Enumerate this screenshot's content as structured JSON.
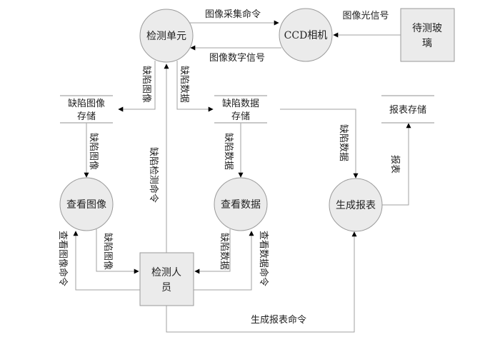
{
  "diagram": {
    "type": "data-flow-diagram",
    "processes": {
      "detect_unit": "检测单元",
      "ccd_camera": "CCD相机",
      "view_image": "查看图像",
      "view_data": "查看数据",
      "generate_report": "生成报表"
    },
    "external_entities": {
      "glass_line1": "待测玻",
      "glass_line2": "璃",
      "inspector_line1": "检测人",
      "inspector_line2": "员"
    },
    "data_stores": {
      "defect_image_line1": "缺陷图像",
      "defect_image_line2": "存储",
      "defect_data_line1": "缺陷数据",
      "defect_data_line2": "存储",
      "report": "报表存储"
    },
    "flows": {
      "image_capture_cmd": "图像采集命令",
      "image_digital_signal": "图像数字信号",
      "image_light_signal": "图像光信号",
      "defect_image_to_store": "缺陷图像",
      "defect_data_to_store": "缺陷数据",
      "defect_detect_cmd": "缺陷检测命令",
      "defect_image_to_view": "缺陷图像",
      "defect_data_to_view": "缺陷数据",
      "defect_data_to_report": "缺陷数据",
      "report_to_store": "报表",
      "view_image_cmd": "查看图像命令",
      "view_image_result": "缺陷图像",
      "view_data_result": "缺陷数据",
      "view_data_cmd": "查看数据命令",
      "generate_report_cmd": "生成报表命令"
    }
  }
}
